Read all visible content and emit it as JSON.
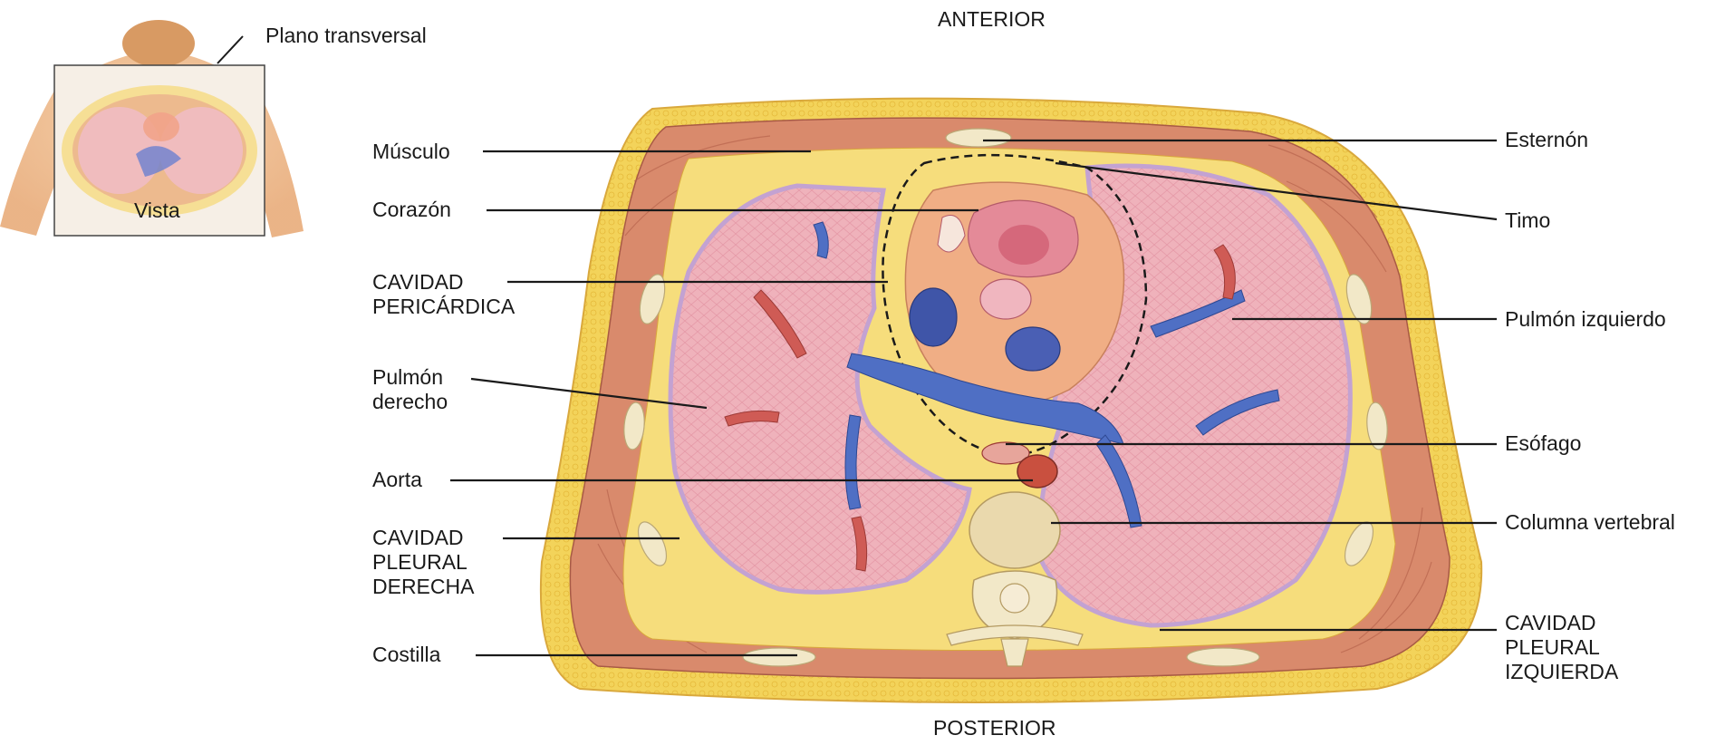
{
  "orientation": {
    "anterior": "ANTERIOR",
    "posterior": "POSTERIOR"
  },
  "inset": {
    "plane_label": "Plano transversal",
    "view_label": "Vista"
  },
  "labels_left": {
    "musculo": "Músculo",
    "corazon": "Corazón",
    "cavidad_pericardica": "CAVIDAD\nPERICÁRDICA",
    "pulmon_derecho": "Pulmón\nderecho",
    "aorta": "Aorta",
    "cavidad_pleural_derecha": "CAVIDAD\nPLEURAL\nDERECHA",
    "costilla": "Costilla"
  },
  "labels_right": {
    "esternon": "Esternón",
    "timo": "Timo",
    "pulmon_izquierdo": "Pulmón izquierdo",
    "esofago": "Esófago",
    "columna_vertebral": "Columna vertebral",
    "cavidad_pleural_izquierda": "CAVIDAD\nPLEURAL\nIZQUIERDA"
  },
  "colors": {
    "fat": "#f3d35a",
    "muscle": "#d8876a",
    "lung": "#efb0b8",
    "pleura": "#c9b6d6",
    "heart": "#f0b48c",
    "vein": "#4f6fc4",
    "artery": "#cf5b55",
    "bone": "#f1e6c2",
    "line": "#1a1a1a"
  }
}
